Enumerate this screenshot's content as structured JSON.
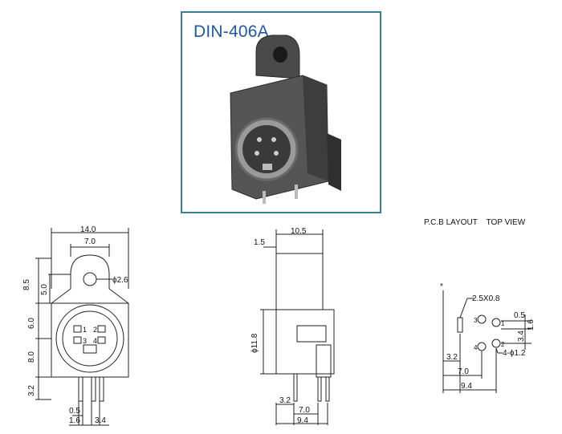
{
  "photo": {
    "title": "DIN-406A"
  },
  "pcb": {
    "title": "P.C.B LAYOUT    TOP VIEW",
    "star": "*",
    "pad_label": "2.5X0.8",
    "hole_label": "4-ϕ1.2",
    "pins": [
      "3",
      "1",
      "4",
      "2"
    ],
    "dims": [
      "0.5",
      "1.6",
      "3.4",
      "3.2",
      "7.0",
      "9.4"
    ]
  },
  "front": {
    "dims": [
      "14.0",
      "7.0",
      "8.5",
      "5.0",
      "ϕ2.6",
      "6.0",
      "8.0",
      "3.2",
      "0.5",
      "1.6",
      "3.4"
    ],
    "pins": [
      "1",
      "2",
      "3",
      "4"
    ]
  },
  "side": {
    "dims": [
      "10.5",
      "1.5",
      "ϕ11.8",
      "3.2",
      "7.0",
      "9.4"
    ]
  },
  "colors": {
    "accent_frame": "#3a7f93",
    "title_blue": "#1f58a8",
    "line": "#222222"
  }
}
